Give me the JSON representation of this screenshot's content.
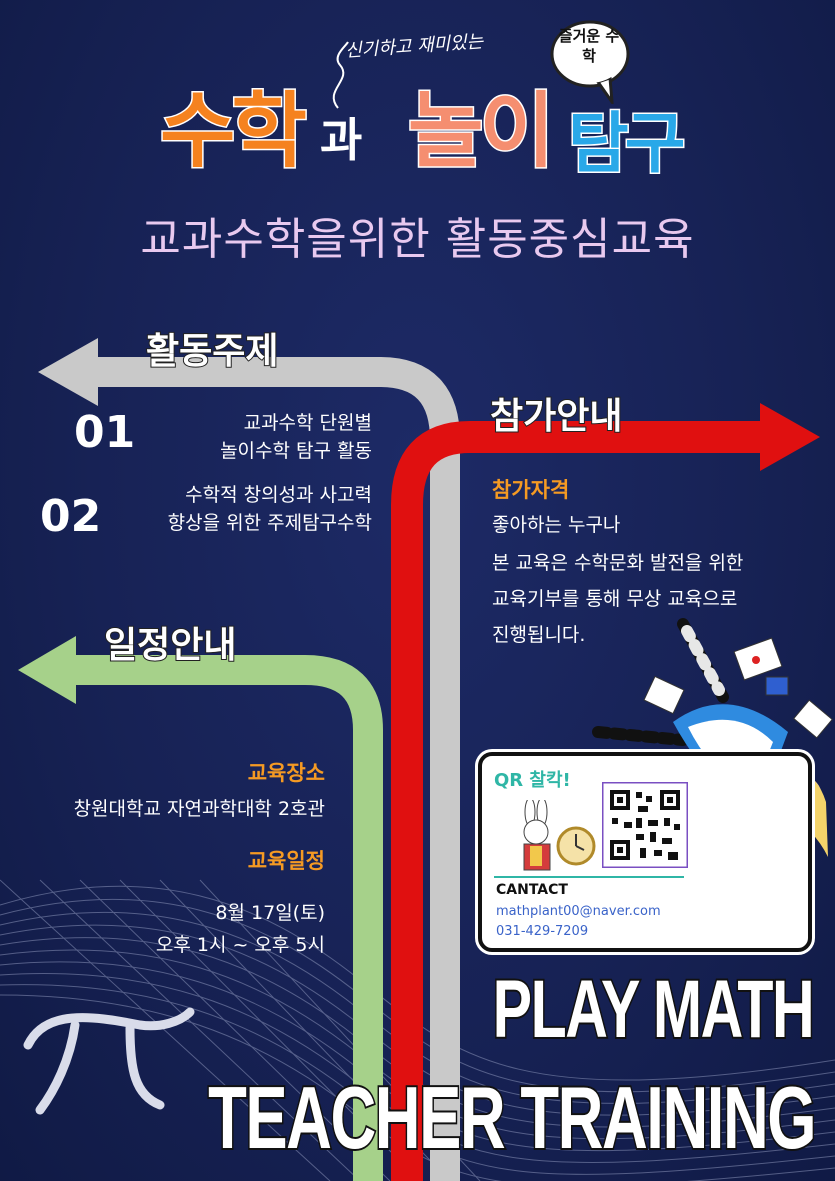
{
  "header": {
    "tagline": "신기하고 재미있는",
    "bubble": "즐거운 수학",
    "title_part1": "수학",
    "title_part2": "과",
    "title_part3": "놀이",
    "title_part4": "탐구",
    "subtitle": "교과수학을위한 활동중심교육"
  },
  "activity": {
    "heading": "활동주제",
    "items": [
      {
        "num": "01",
        "line1": "교과수학 단원별",
        "line2": "놀이수학  탐구 활동"
      },
      {
        "num": "02",
        "line1": "수학적 창의성과 사고력",
        "line2": "향상을 위한 주제탐구수학"
      }
    ]
  },
  "participation": {
    "heading": "참가안내",
    "label": "참가자격",
    "line1": "좋아하는 누구나",
    "line2": "본 교육은 수학문화 발전을 위한",
    "line3": "교육기부를 통해 무상 교육으로",
    "line4": "진행됩니다."
  },
  "schedule": {
    "heading": "일정안내",
    "place_label": "교육장소",
    "place": "창원대학교 자연과학대학 2호관",
    "date_label": "교육일정",
    "date": "8월 17일(토)",
    "time": "오후 1시 ~ 오후 5시"
  },
  "contact": {
    "qr_label": "QR 찰칵!",
    "label": "CANTACT",
    "email": "mathplant00@naver.com",
    "phone": "031-429-7209"
  },
  "footer": {
    "line1": "PLAY MATH",
    "line2": "TEACHER TRAINING"
  },
  "colors": {
    "background": "#172255",
    "gray_arrow": "#c9c9c9",
    "red_arrow": "#e01010",
    "green_arrow": "#a6d18a",
    "orange": "#f59a23",
    "salmon": "#f58e70",
    "blue": "#29a8e8"
  }
}
